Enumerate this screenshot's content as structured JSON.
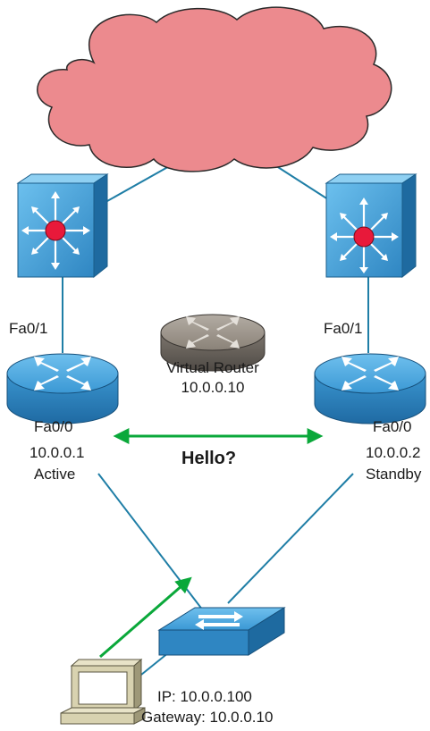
{
  "colors": {
    "cloud_fill": "#ec8a8e",
    "cloud_stroke": "#2a2a2a",
    "link_line": "#1f7ea6",
    "hello_arrow": "#0aa83a",
    "switch_blue": "#4aa3d8",
    "router_blue": "#3a95cf",
    "virtual_router_gray": "#8a8680",
    "hub_red": "#e8193a"
  },
  "icons": {
    "cloud": "cloud-icon",
    "multilayer_switch": "multilayer-switch-icon",
    "router": "router-icon",
    "virtual_router": "virtual-router-icon",
    "workgroup_switch": "workgroup-switch-icon",
    "pc": "pc-icon"
  },
  "left_router": {
    "top_iface": "Fa0/1",
    "bottom_iface": "Fa0/0",
    "ip": "10.0.0.1",
    "role": "Active"
  },
  "right_router": {
    "top_iface": "Fa0/1",
    "bottom_iface": "Fa0/0",
    "ip": "10.0.0.2",
    "role": "Standby"
  },
  "virtual_router": {
    "name": "Virtual Router",
    "ip": "10.0.0.10"
  },
  "hello_label": "Hello?",
  "host": {
    "ip": "IP: 10.0.0.100",
    "gateway": "Gateway: 10.0.0.10"
  }
}
